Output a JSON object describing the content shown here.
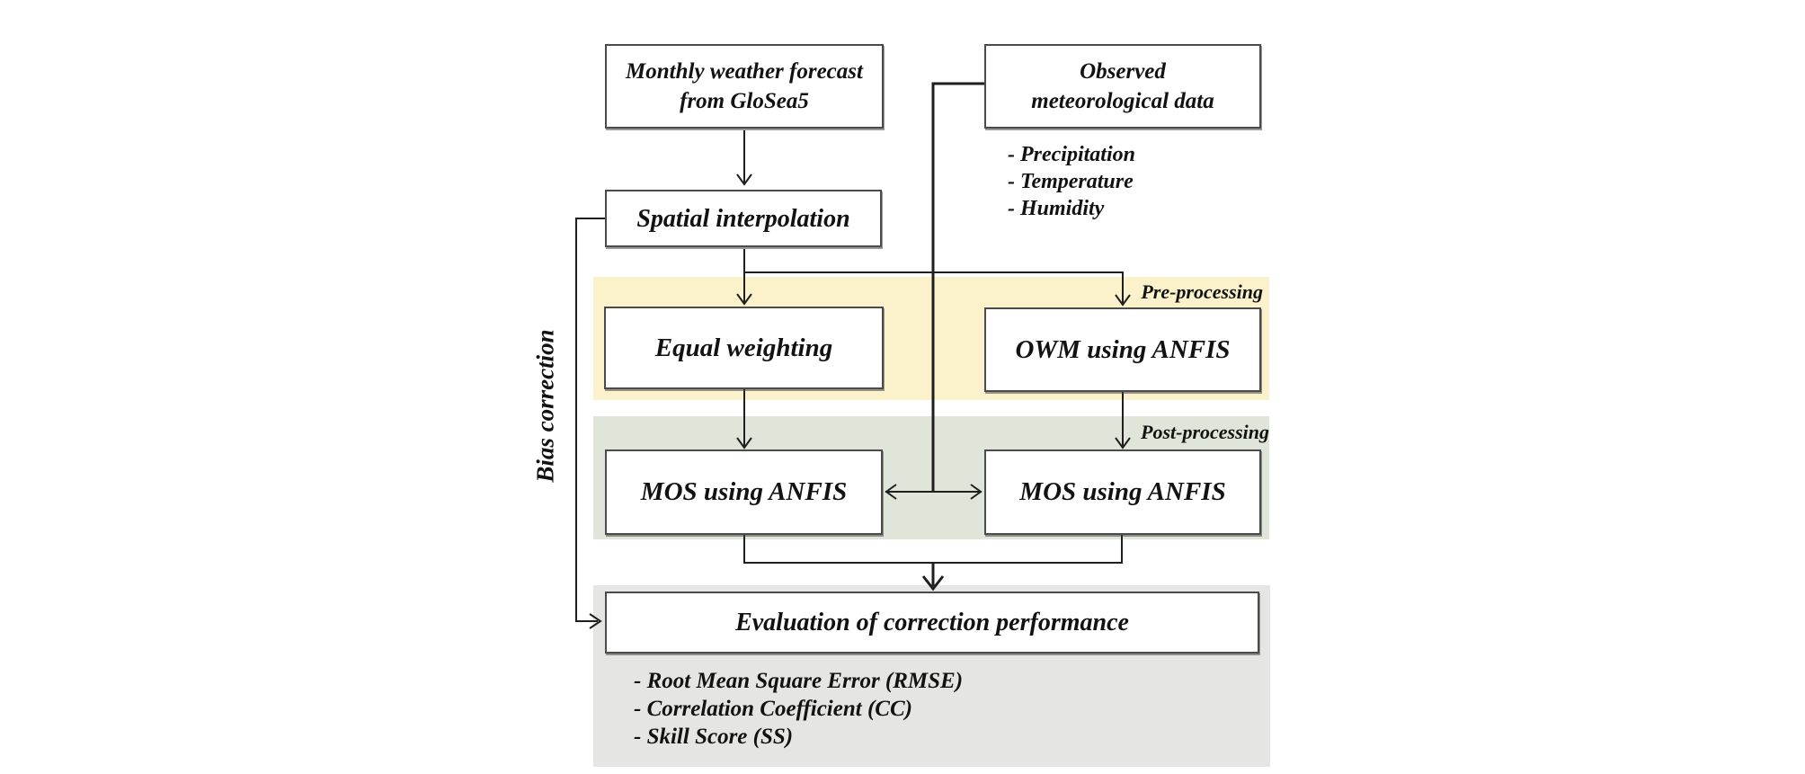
{
  "flowchart": {
    "boxes": {
      "monthly_forecast": {
        "line1": "Monthly weather forecast",
        "line2": "from GloSea5"
      },
      "observed_data": {
        "line1": "Observed",
        "line2": "meteorological data"
      },
      "spatial_interpolation": {
        "label": "Spatial interpolation"
      },
      "equal_weighting": {
        "label": "Equal weighting"
      },
      "owm_anfis": {
        "label": "OWM using ANFIS"
      },
      "mos_anfis_left": {
        "label": "MOS using ANFIS"
      },
      "mos_anfis_right": {
        "label": "MOS using ANFIS"
      },
      "evaluation": {
        "label": "Evaluation of correction performance"
      }
    },
    "band_labels": {
      "pre_processing": "Pre-processing",
      "post_processing": "Post-processing"
    },
    "side_label": "Bias correction",
    "observed_variables": [
      "- Precipitation",
      "- Temperature",
      "- Humidity"
    ],
    "evaluation_metrics": [
      "- Root Mean Square Error (RMSE)",
      "- Correlation Coefficient (CC)",
      "- Skill Score (SS)"
    ],
    "colors": {
      "pre_processing_band": "#FBF2CC",
      "post_processing_band": "#DFE5D8",
      "evaluation_band": "#E5E5E3",
      "box_border": "#4B4B4B",
      "connector_line": "#1F1F1F"
    }
  }
}
